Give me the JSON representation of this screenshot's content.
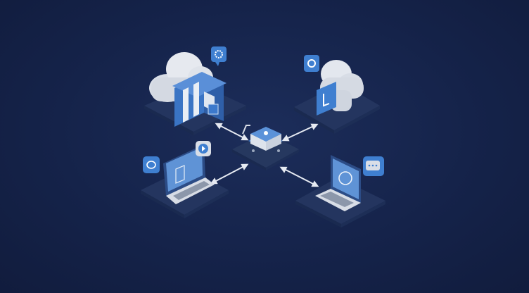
{
  "colors": {
    "background": "#15234a",
    "platform": "#24355f",
    "accent_blue": "#3f7fd0",
    "light_blue": "#9cc0ea",
    "cloud": "#e4e8ef",
    "arrow": "#e6eaf2"
  },
  "nodes": [
    {
      "name": "online-store-cloud",
      "icons": [
        "store-icon",
        "cloud-icon",
        "gear-icon",
        "calendar-icon"
      ]
    },
    {
      "name": "cloud-service",
      "icons": [
        "cloud-icon",
        "eye-icon",
        "app-icon"
      ]
    },
    {
      "name": "delivery-cart-hub",
      "icons": [
        "cart-icon",
        "box-icon"
      ]
    },
    {
      "name": "laptop-inventory",
      "icons": [
        "laptop-icon",
        "chat-icon",
        "play-icon",
        "shelf-icon"
      ]
    },
    {
      "name": "laptop-secure",
      "icons": [
        "laptop-icon",
        "lock-icon",
        "message-dots-icon"
      ]
    }
  ]
}
